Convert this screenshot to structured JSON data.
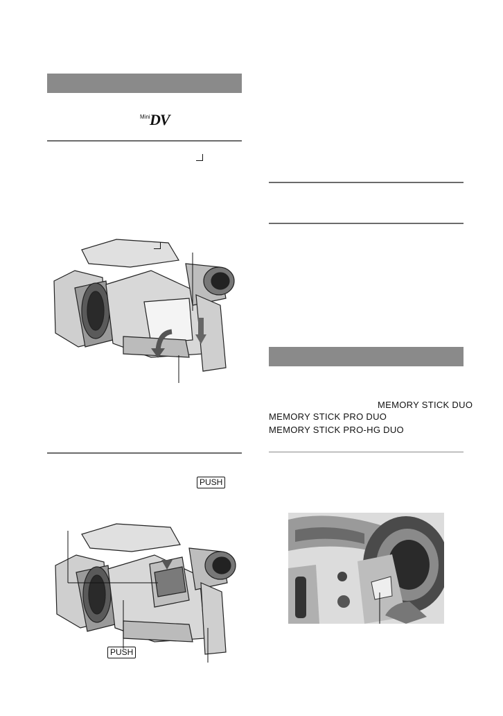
{
  "left_column": {
    "minidv_logo": {
      "mini": "Mini",
      "dv": "DV"
    },
    "push_label_inline": "PUSH",
    "push_label_figure": "PUSH"
  },
  "right_column": {
    "memory_stick_duo": "MEMORY STICK DUO",
    "memory_stick_pro_duo": "MEMORY STICK PRO DUO",
    "memory_stick_pro_hg_duo": "MEMORY STICK PRO-HG DUO"
  },
  "figures": [
    {
      "name": "camcorder-cassette-lid-figure"
    },
    {
      "name": "camcorder-cassette-open-figure"
    },
    {
      "name": "camcorder-memory-stick-cover-photo"
    }
  ],
  "colors": {
    "section_bar": "#8a8a8a",
    "rule": "#6b6b6b",
    "photo_bg": "#dcdcdc"
  }
}
